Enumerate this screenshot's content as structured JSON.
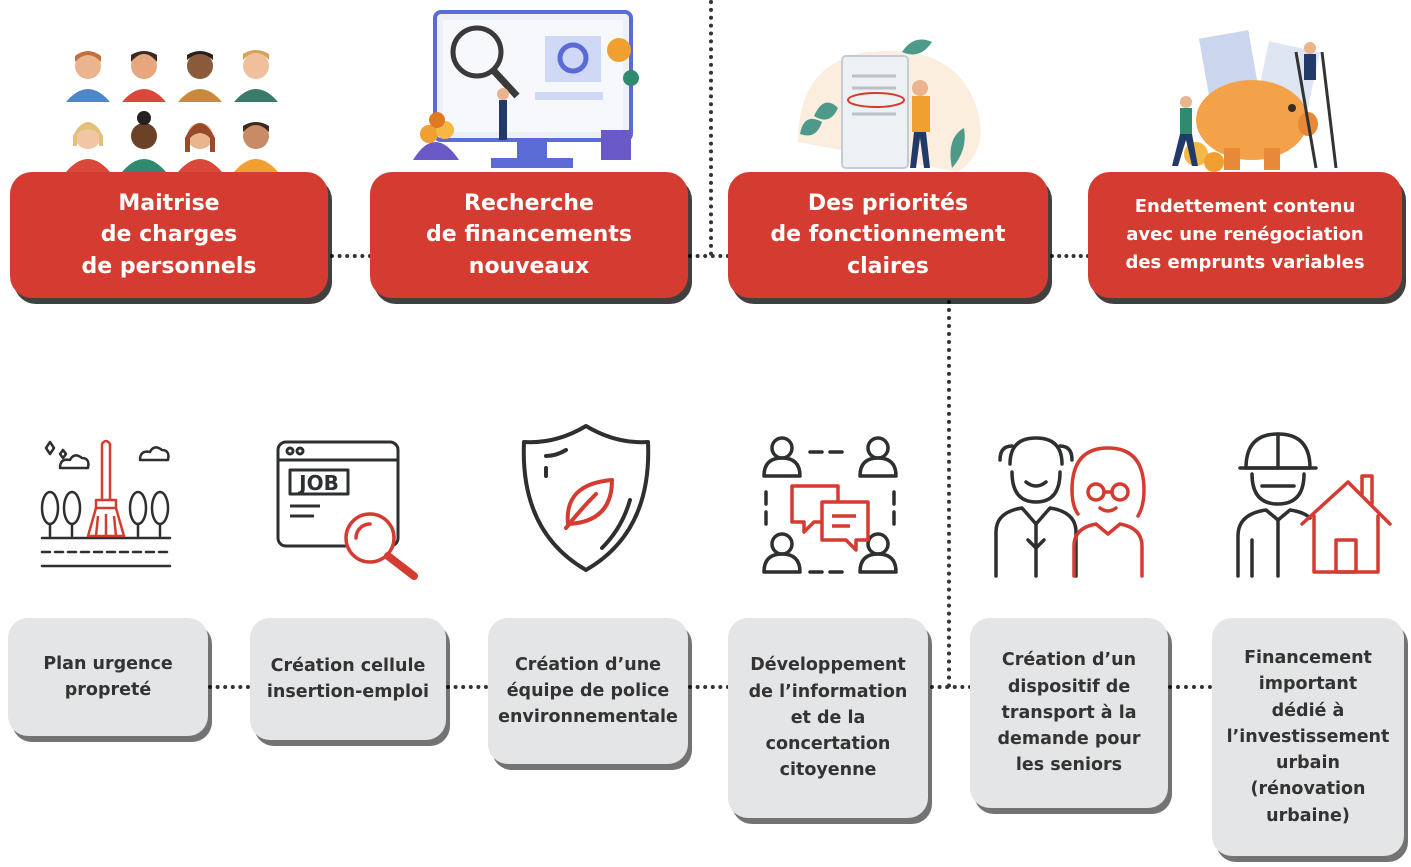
{
  "colors": {
    "accent": "#d43c31",
    "dark": "#2d2f30",
    "grey": "#e4e5e6"
  },
  "top_boxes": [
    {
      "label": "Maitrise\nde charges\nde personnels"
    },
    {
      "label": "Recherche\nde financements\nnouveaux"
    },
    {
      "label": "Des priorités\nde fonctionnement\nclaires"
    },
    {
      "label": "Endettement contenu\navec une renégociation\ndes emprunts variables"
    }
  ],
  "bottom_boxes": [
    {
      "label": "Plan urgence\npropreté",
      "icon": "broom-park-icon"
    },
    {
      "label": "Création cellule\ninsertion-emploi",
      "icon": "job-search-icon"
    },
    {
      "label": "Création d’une\néquipe de police\nenvironnementale",
      "icon": "shield-leaf-icon"
    },
    {
      "label": "Développement\nde l’information\net de la\nconcertation\ncitoyenne",
      "icon": "people-chat-icon"
    },
    {
      "label": "Création d’un\ndispositif de\ntransport à la\ndemande pour\nles seniors",
      "icon": "seniors-icon"
    },
    {
      "label": "Financement\nimportant\ndédié à\nl’investissement\nurbain\n(rénovation\nurbaine)",
      "icon": "worker-house-icon"
    }
  ],
  "icons": {
    "job_label": "JOB"
  }
}
